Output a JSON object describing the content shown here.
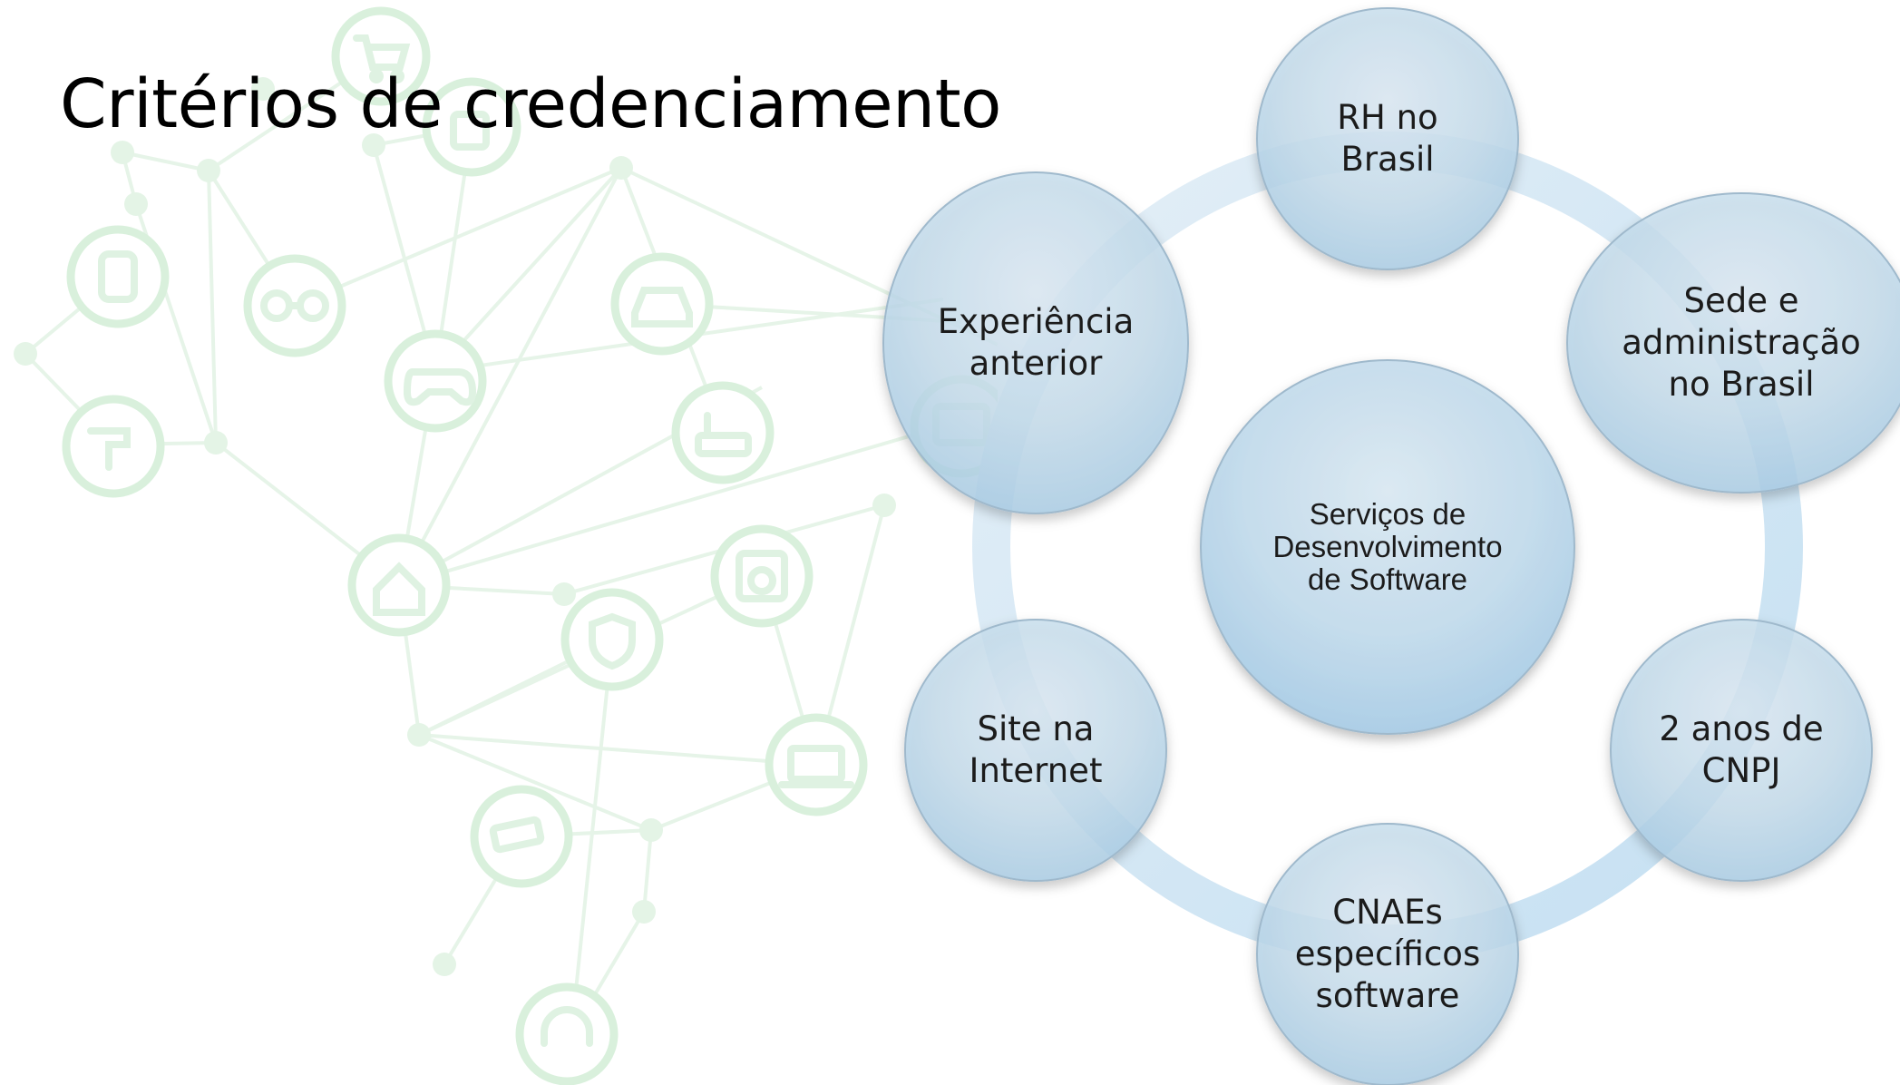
{
  "slide": {
    "title": "Critérios de credenciamento"
  },
  "diagram": {
    "center": {
      "lines": [
        "Serviços de",
        "Desenvolvimento",
        "de Software"
      ]
    },
    "nodes": [
      {
        "lines": [
          "RH no",
          "Brasil"
        ]
      },
      {
        "lines": [
          "Sede e",
          "administração",
          "no Brasil"
        ]
      },
      {
        "lines": [
          "2 anos de",
          "CNPJ"
        ]
      },
      {
        "lines": [
          "CNAEs",
          "específicos",
          "software"
        ]
      },
      {
        "lines": [
          "Site na",
          "Internet"
        ]
      },
      {
        "lines": [
          "Experiência",
          "anterior"
        ]
      }
    ]
  },
  "background": {
    "icons": [
      "shopping-cart-icon",
      "paint-bucket-icon",
      "smartwatch-icon",
      "glasses-icon",
      "car-icon",
      "gamepad-icon",
      "faucet-icon",
      "router-icon",
      "tv-icon",
      "home-icon",
      "washing-machine-icon",
      "shield-icon",
      "laptop-icon",
      "security-camera-icon",
      "headphones-icon"
    ]
  },
  "colors": {
    "ring": "#d4e7f4",
    "bubble_fill": "#b3d3e8",
    "network": "#e4f4e6",
    "icon_stroke": "#d9f0dc"
  }
}
